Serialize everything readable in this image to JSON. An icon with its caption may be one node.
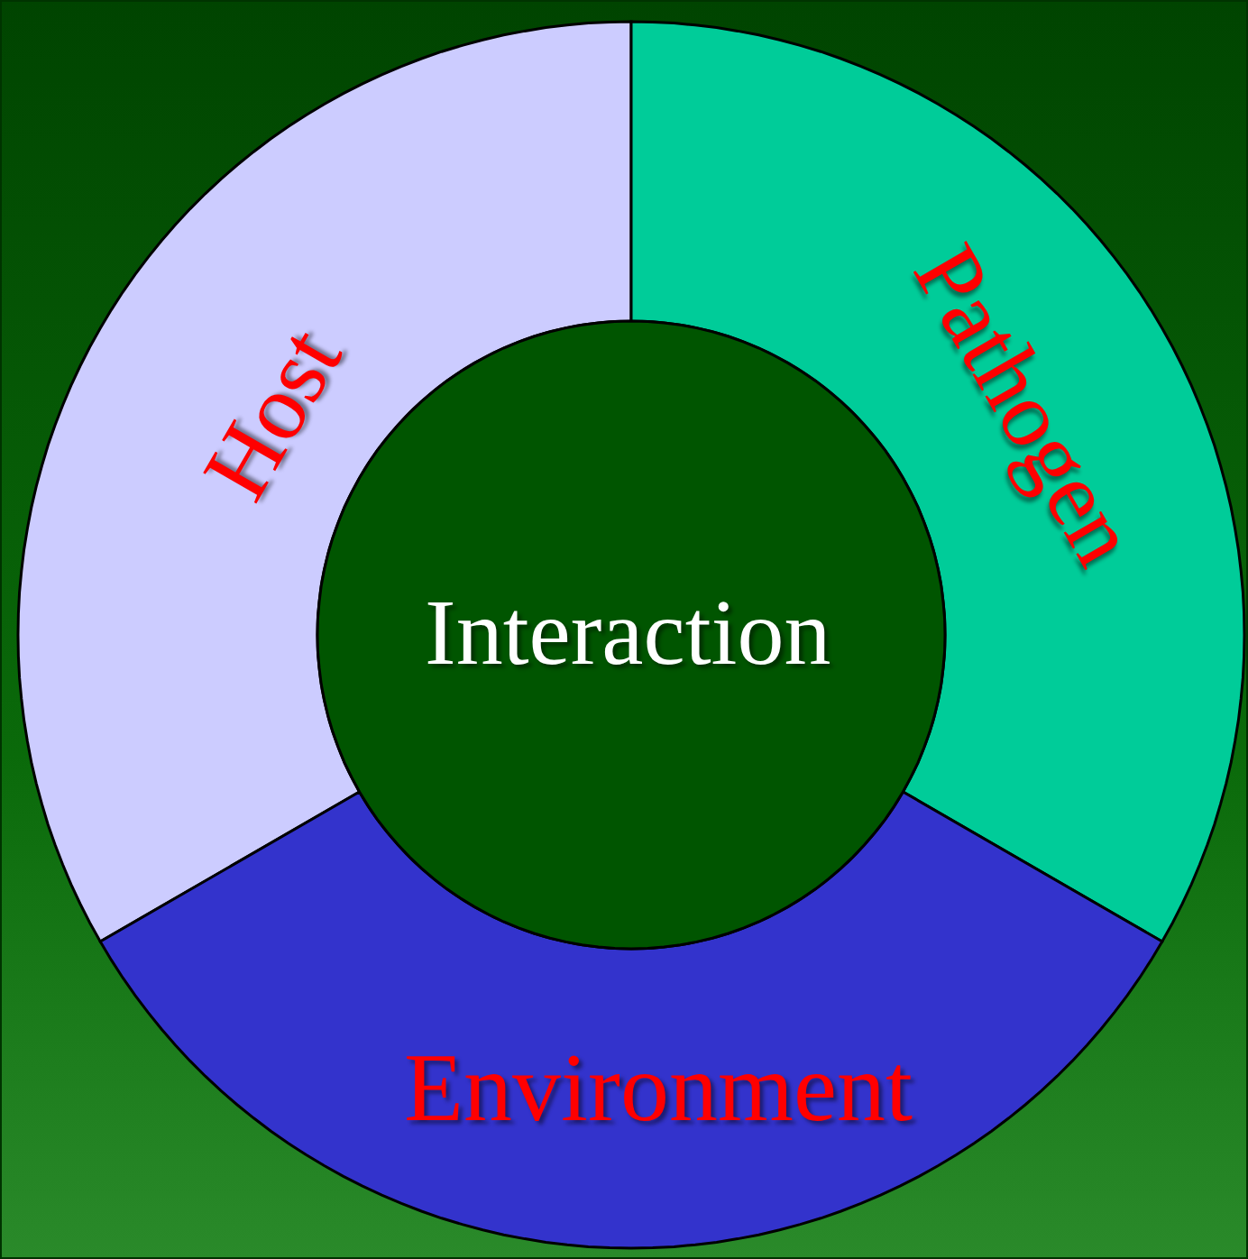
{
  "diagram": {
    "nodes": [
      {
        "text": [
          "Host"
        ]
      },
      {
        "text": [
          "Pathogen"
        ]
      },
      {
        "text": [
          "Environment"
        ]
      },
      {
        "text": [
          "Interaction"
        ]
      }
    ]
  }
}
